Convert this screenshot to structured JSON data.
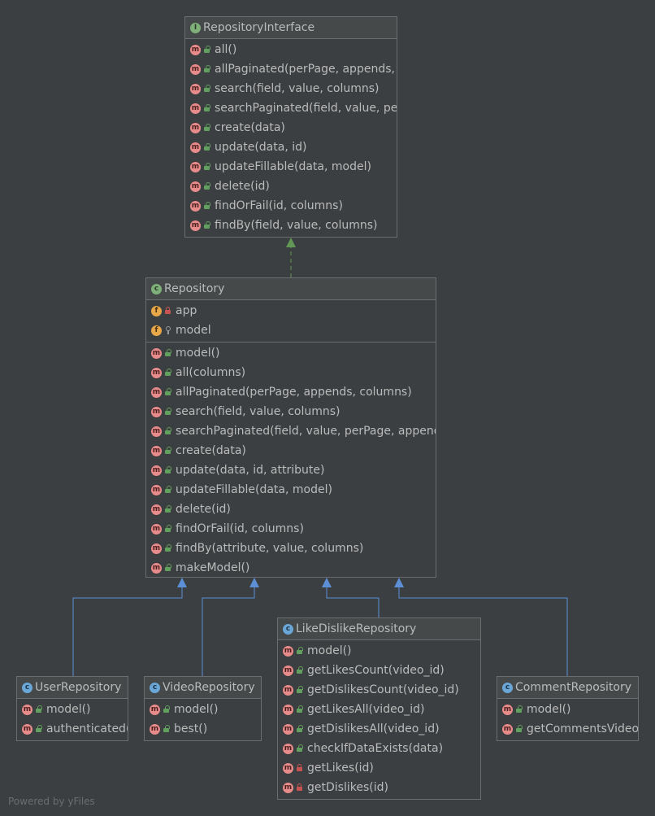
{
  "interface": {
    "name": "RepositoryInterface",
    "icon": "interface-icon",
    "methods": [
      "all()",
      "allPaginated(perPage, appends, columns)",
      "search(field, value, columns)",
      "searchPaginated(field, value, perPage, appends, columns)",
      "create(data)",
      "update(data, id)",
      "updateFillable(data, model)",
      "delete(id)",
      "findOrFail(id, columns)",
      "findBy(field, value, columns)"
    ]
  },
  "repository": {
    "name": "Repository",
    "icon": "abstract-class-icon",
    "fields": [
      {
        "name": "app",
        "visibility": "private"
      },
      {
        "name": "model",
        "visibility": "protected"
      }
    ],
    "methods": [
      {
        "name": "model()",
        "abstract": true
      },
      {
        "name": "all(columns)"
      },
      {
        "name": "allPaginated(perPage, appends, columns)"
      },
      {
        "name": "search(field, value, columns)"
      },
      {
        "name": "searchPaginated(field, value, perPage, appends, columns)"
      },
      {
        "name": "create(data)"
      },
      {
        "name": "update(data, id, attribute)"
      },
      {
        "name": "updateFillable(data, model)"
      },
      {
        "name": "delete(id)"
      },
      {
        "name": "findOrFail(id, columns)"
      },
      {
        "name": "findBy(attribute, value, columns)"
      },
      {
        "name": "makeModel()"
      }
    ]
  },
  "user_repository": {
    "name": "UserRepository",
    "methods": [
      "model()",
      "authenticated()"
    ]
  },
  "video_repository": {
    "name": "VideoRepository",
    "methods": [
      "model()",
      "best()"
    ]
  },
  "like_dislike_repository": {
    "name": "LikeDislikeRepository",
    "methods": [
      {
        "name": "model()",
        "visibility": "public"
      },
      {
        "name": "getLikesCount(video_id)",
        "visibility": "public"
      },
      {
        "name": "getDislikesCount(video_id)",
        "visibility": "public"
      },
      {
        "name": "getLikesAll(video_id)",
        "visibility": "public"
      },
      {
        "name": "getDislikesAll(video_id)",
        "visibility": "public"
      },
      {
        "name": "checkIfDataExists(data)",
        "visibility": "public"
      },
      {
        "name": "getLikes(id)",
        "visibility": "private"
      },
      {
        "name": "getDislikes(id)",
        "visibility": "private"
      }
    ]
  },
  "comment_repository": {
    "name": "CommentRepository",
    "methods": [
      "model()",
      "getCommentsVideo()"
    ]
  },
  "footer": "Powered by yFiles",
  "colors": {
    "background": "#3c3f41",
    "header": "#45494a",
    "border": "#6b6e70",
    "text": "#bbbbbb",
    "realization_edge": "#629755",
    "inheritance_edge": "#5c8fd6"
  }
}
